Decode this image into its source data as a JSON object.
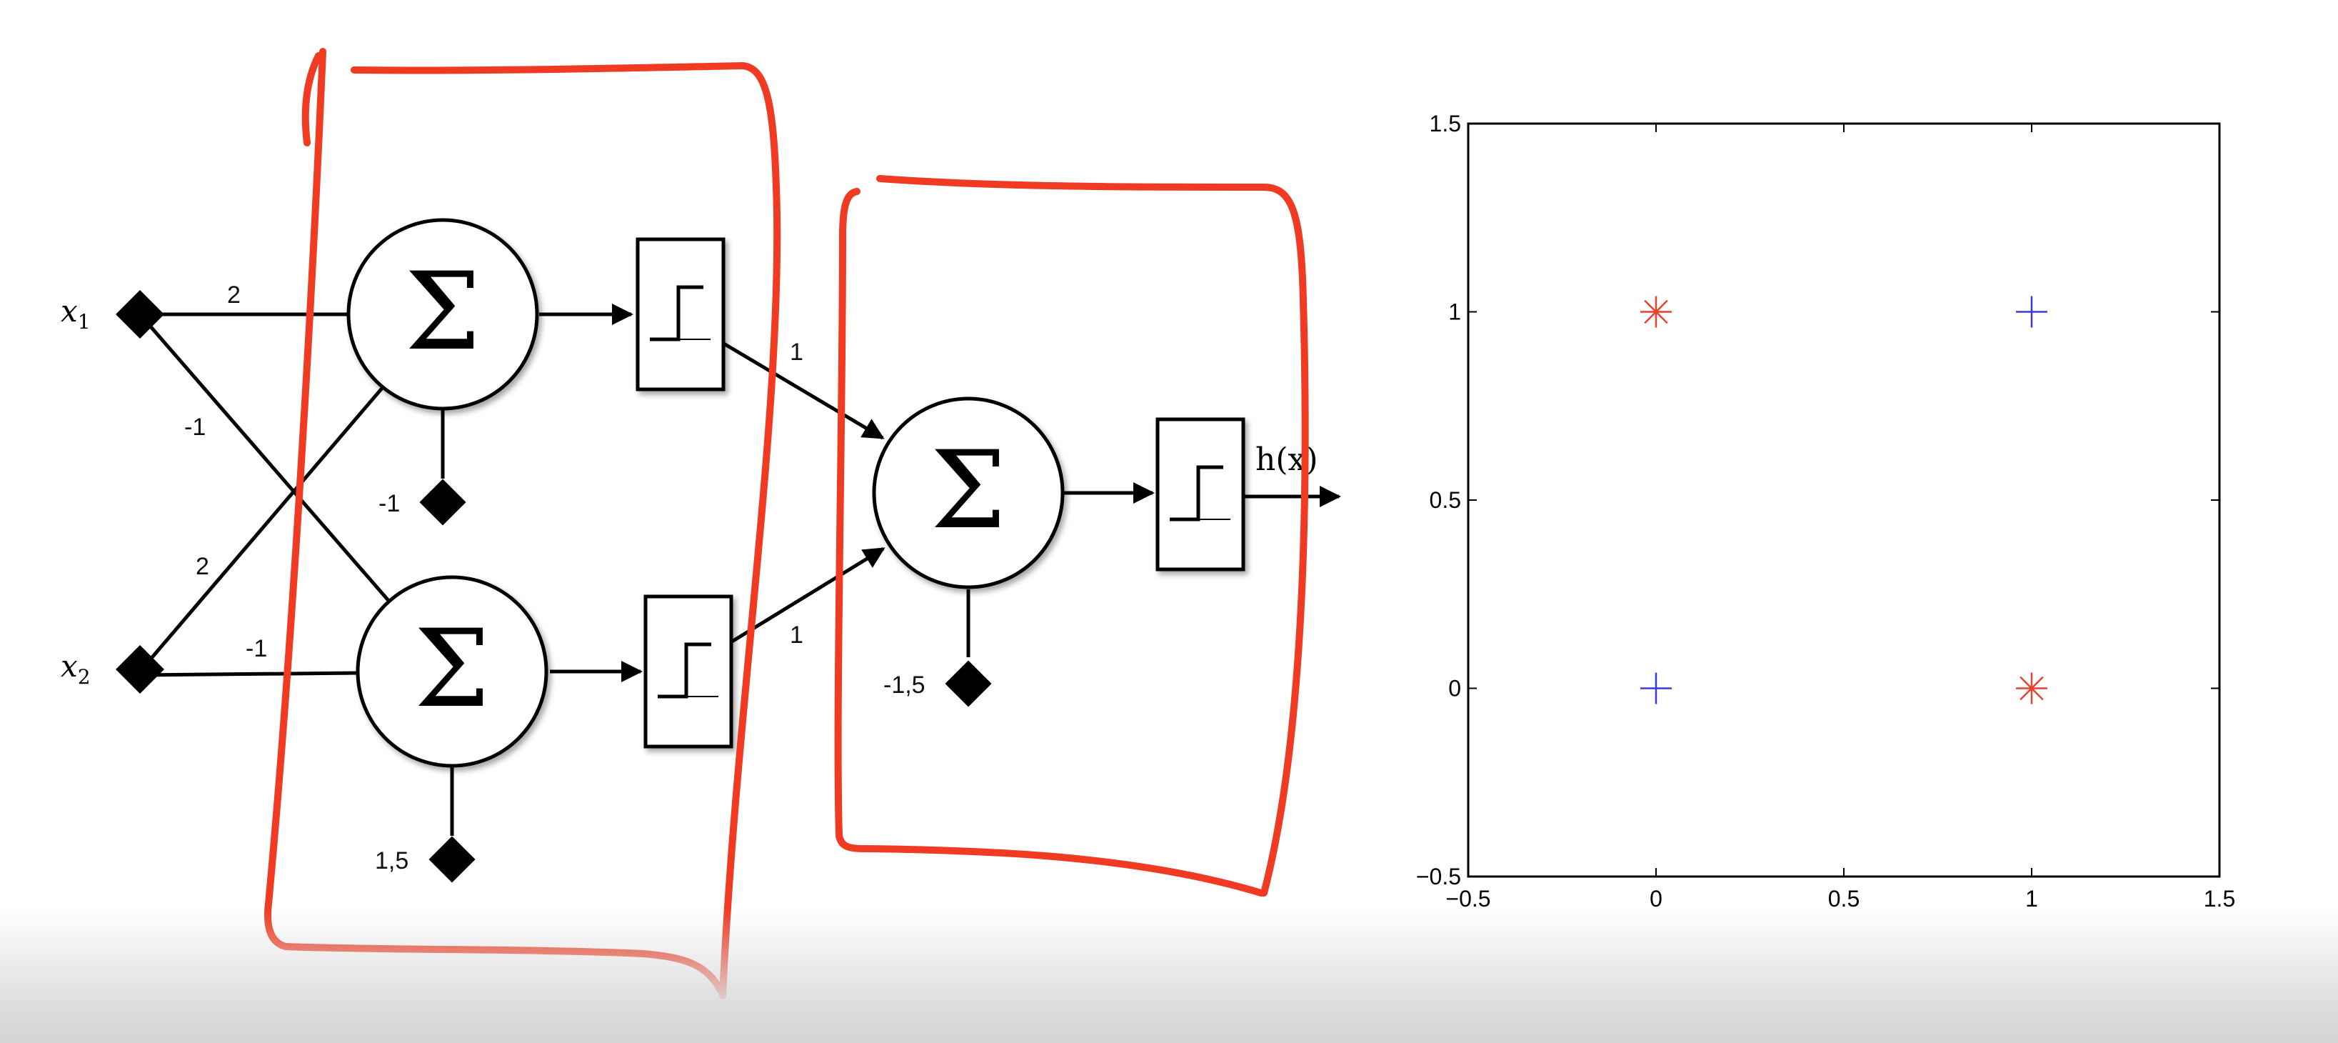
{
  "network": {
    "inputs": [
      {
        "name": "x",
        "sub": "1"
      },
      {
        "name": "x",
        "sub": "2"
      }
    ],
    "weights": {
      "x1_to_top": "2",
      "x1_to_bottom": "-1",
      "x2_to_top": "2",
      "x2_to_bottom": "-1",
      "top_to_output": "1",
      "bottom_to_output": "1"
    },
    "biases": {
      "top_neuron": "-1",
      "bottom_neuron": "1,5",
      "output_neuron": "-1,5"
    },
    "sum_symbol": "Σ",
    "output_label": "h(x)"
  },
  "annotation_color": "#f03a22",
  "chart_data": {
    "type": "scatter",
    "xlim": [
      -0.5,
      1.5
    ],
    "ylim": [
      -0.5,
      1.5
    ],
    "x_ticks": [
      "−0.5",
      "0",
      "0.5",
      "1",
      "1.5"
    ],
    "y_ticks": [
      "−0.5",
      "0",
      "0.5",
      "1",
      "1.5"
    ],
    "series": [
      {
        "marker": "asterisk",
        "color": "#e8412c",
        "points": [
          {
            "x": 0,
            "y": 1
          },
          {
            "x": 1,
            "y": 0
          }
        ]
      },
      {
        "marker": "plus",
        "color": "#3a3ad8",
        "points": [
          {
            "x": 0,
            "y": 0
          },
          {
            "x": 1,
            "y": 1
          }
        ]
      }
    ],
    "grid": false
  }
}
